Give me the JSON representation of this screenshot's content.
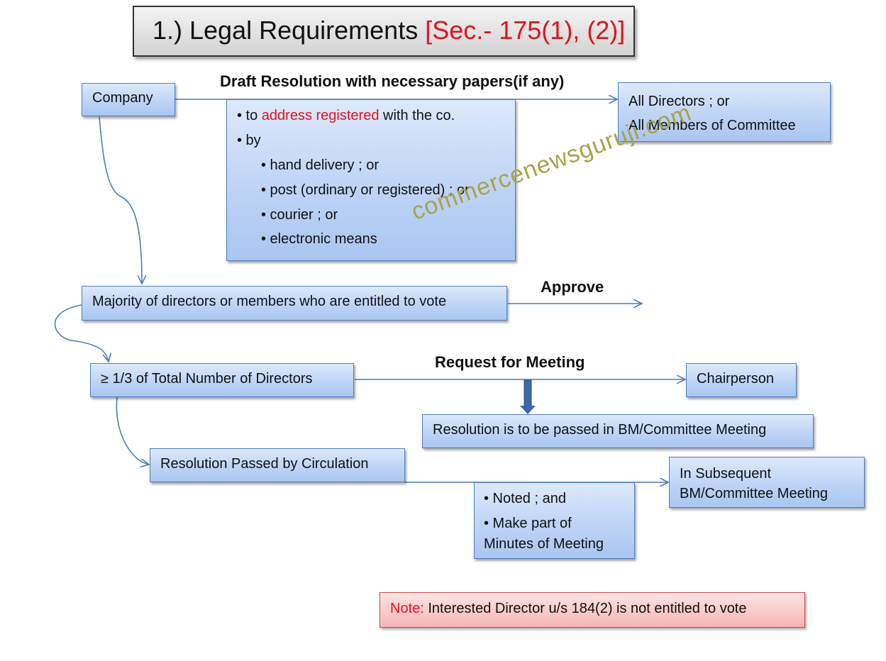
{
  "title": {
    "prefix": "1.) Legal Requirements ",
    "section": "[Sec.- 175(1), (2)]"
  },
  "company": "Company",
  "draft_label": "Draft Resolution with necessary papers(if any)",
  "delivery": {
    "line1_pre": "• to ",
    "line1_red": "address registered",
    "line1_post": " with the co.",
    "line2": "• by",
    "items": [
      "•  hand delivery ; or",
      "•  post (ordinary or registered) ; or",
      "•  courier ; or",
      "•  electronic means"
    ]
  },
  "recipients": [
    "All Directors ; or",
    "All Members of Committee"
  ],
  "watermark": "commercenewsguruji.com",
  "majority": "Majority of directors or members  who are entitled to vote",
  "approve_label": "Approve",
  "third": "≥ 1/3 of Total Number of Directors",
  "request_label": "Request  for Meeting",
  "chairperson": "Chairperson",
  "resolution_meeting": "Resolution is to be passed in BM/Committee Meeting",
  "resolution_circulation": "Resolution Passed by Circulation",
  "noted": [
    "• Noted ; and",
    "• Make part of",
    "Minutes of Meeting"
  ],
  "subsequent": [
    "In Subsequent",
    "BM/Committee Meeting"
  ],
  "note": {
    "label": "Note:",
    "text": " Interested Director u/s 184(2) is not entitled to vote"
  },
  "colors": {
    "box_border": "#4f7fc0",
    "accent_red": "#e0141e",
    "watermark": "#a9a34a",
    "connector": "#4a7fb5"
  }
}
